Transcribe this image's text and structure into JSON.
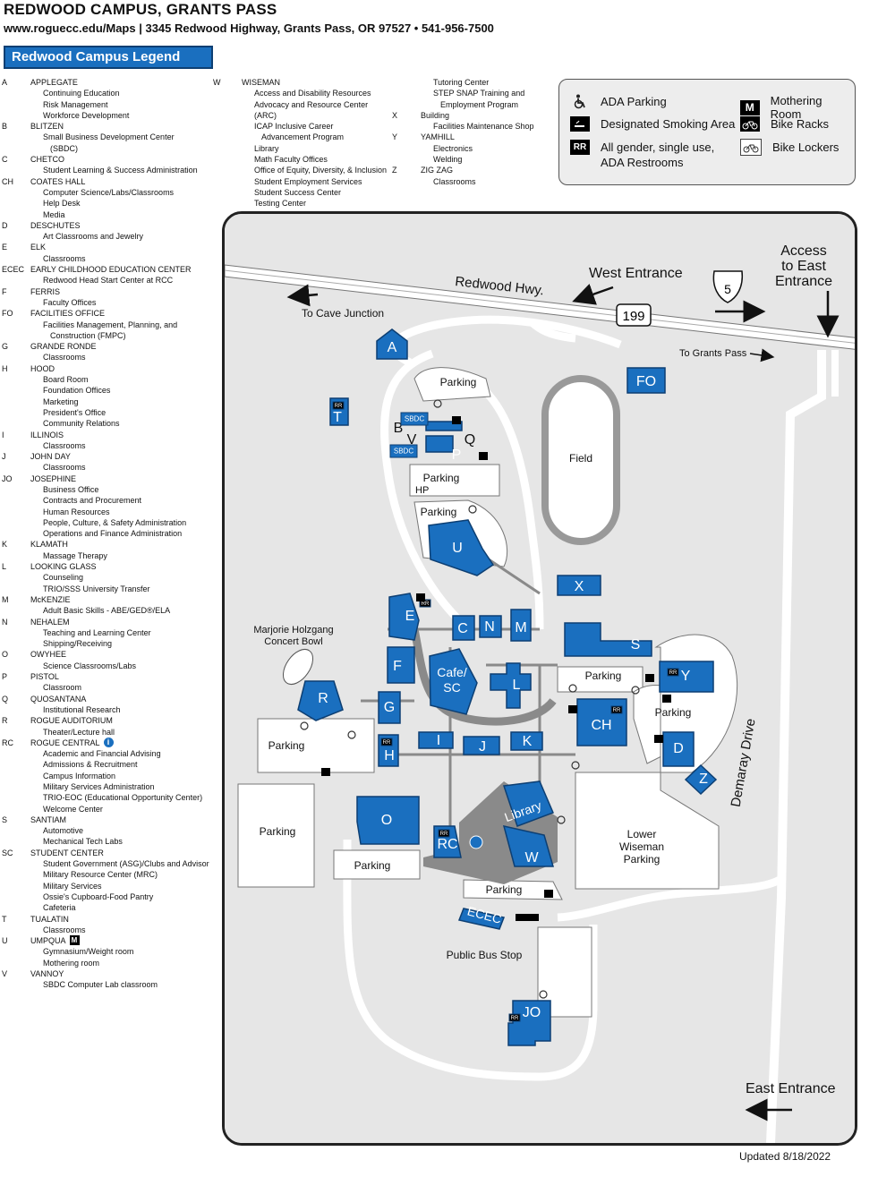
{
  "header": {
    "title": "REDWOOD CAMPUS, GRANTS PASS",
    "subtitle": "www.roguecc.edu/Maps | 3345 Redwood Highway, Grants Pass, OR 97527 • 541-956-7500",
    "legend_title": "Redwood Campus Legend"
  },
  "directory": [
    {
      "code": "A",
      "name": "APPLEGATE",
      "subs": [
        "Continuing Education",
        "Risk Management",
        "Workforce Development"
      ]
    },
    {
      "code": "B",
      "name": "BLITZEN",
      "subs": [
        "Small Business Development Center",
        "(SBDC)"
      ]
    },
    {
      "code": "C",
      "name": "CHETCO",
      "subs": [
        "Student Learning & Success Administration"
      ]
    },
    {
      "code": "CH",
      "name": "COATES HALL",
      "subs": [
        "Computer Science/Labs/Classrooms",
        "Help Desk",
        "Media"
      ]
    },
    {
      "code": "D",
      "name": "DESCHUTES",
      "subs": [
        "Art Classrooms and Jewelry"
      ]
    },
    {
      "code": "E",
      "name": "ELK",
      "subs": [
        "Classrooms"
      ]
    },
    {
      "code": "ECEC",
      "name": "EARLY CHILDHOOD EDUCATION CENTER",
      "subs": [
        "Redwood Head Start Center at RCC"
      ]
    },
    {
      "code": "F",
      "name": "FERRIS",
      "subs": [
        "Faculty Offices"
      ]
    },
    {
      "code": "FO",
      "name": "FACILITIES OFFICE",
      "subs": [
        "Facilities Management, Planning, and",
        "Construction (FMPC)"
      ]
    },
    {
      "code": "G",
      "name": "GRANDE RONDE",
      "subs": [
        "Classrooms"
      ]
    },
    {
      "code": "H",
      "name": "HOOD",
      "subs": [
        "Board Room",
        "Foundation Offices",
        "Marketing",
        "President's Office",
        "Community Relations"
      ]
    },
    {
      "code": "I",
      "name": "ILLINOIS",
      "subs": [
        "Classrooms"
      ]
    },
    {
      "code": "J",
      "name": "JOHN DAY",
      "subs": [
        "Classrooms"
      ]
    },
    {
      "code": "JO",
      "name": "JOSEPHINE",
      "subs": [
        "Business Office",
        "Contracts and Procurement",
        "Human Resources",
        "People, Culture, & Safety Administration",
        "Operations and Finance Administration"
      ]
    },
    {
      "code": "K",
      "name": "KLAMATH",
      "subs": [
        "Massage Therapy"
      ]
    },
    {
      "code": "L",
      "name": "LOOKING GLASS",
      "subs": [
        "Counseling",
        "TRIO/SSS University Transfer"
      ]
    },
    {
      "code": "M",
      "name": "McKENZIE",
      "subs": [
        "Adult Basic Skills - ABE/GED®/ELA"
      ]
    },
    {
      "code": "N",
      "name": "NEHALEM",
      "subs": [
        "Teaching and Learning Center",
        "Shipping/Receiving"
      ]
    },
    {
      "code": "O",
      "name": "OWYHEE",
      "subs": [
        "Science Classrooms/Labs"
      ]
    },
    {
      "code": "P",
      "name": "PISTOL",
      "subs": [
        "Classroom"
      ]
    },
    {
      "code": "Q",
      "name": "QUOSANTANA",
      "subs": [
        "Institutional Research"
      ]
    },
    {
      "code": "R",
      "name": "ROGUE AUDITORIUM",
      "subs": [
        "Theater/Lecture hall"
      ]
    },
    {
      "code": "RC",
      "name": "ROGUE CENTRAL",
      "badge": "i",
      "subs": [
        "Academic and Financial Advising",
        "Admissions & Recruitment",
        "Campus Information",
        "Military Services Administration",
        "TRIO-EOC (Educational Opportunity Center)",
        "Welcome Center"
      ]
    },
    {
      "code": "S",
      "name": "SANTIAM",
      "subs": [
        "Automotive",
        "Mechanical Tech Labs"
      ]
    },
    {
      "code": "SC",
      "name": "STUDENT CENTER",
      "subs": [
        "Student Government (ASG)/Clubs and Advisor",
        "Military Resource Center (MRC)",
        "Military Services",
        "Ossie's Cupboard-Food Pantry",
        "Cafeteria"
      ]
    },
    {
      "code": "T",
      "name": "TUALATIN",
      "subs": [
        "Classrooms"
      ]
    },
    {
      "code": "U",
      "name": "UMPQUA",
      "badge": "M",
      "subs": [
        "Gymnasium/Weight room",
        "Mothering room"
      ]
    },
    {
      "code": "V",
      "name": "VANNOY",
      "subs": [
        "SBDC Computer Lab classroom"
      ]
    }
  ],
  "directory2": [
    {
      "code": "W",
      "name": "WISEMAN",
      "subs": [
        "Access and Disability Resources",
        "Advocacy and Resource Center (ARC)",
        "ICAP Inclusive Career",
        "Advancement Program",
        "Library",
        "Math Faculty Offices",
        "Office of Equity, Diversity, & Inclusion",
        "Student Employment Services",
        "Student Success Center",
        "Testing Center"
      ]
    }
  ],
  "directory3": [
    {
      "code": "",
      "name": "",
      "subs": [
        "Tutoring Center",
        "STEP SNAP Training and",
        "Employment Program"
      ]
    },
    {
      "code": "X",
      "name": "Building",
      "subs": [
        "Facilities Maintenance Shop"
      ]
    },
    {
      "code": "Y",
      "name": "YAMHILL",
      "subs": [
        "Electronics",
        "Welding"
      ]
    },
    {
      "code": "Z",
      "name": "ZIG ZAG",
      "subs": [
        "Classrooms"
      ]
    }
  ],
  "key": {
    "ada": "ADA Parking",
    "smoking": "Designated Smoking Area",
    "restroom_symbol": "RR",
    "restroom": "All gender, single use, ADA Restrooms",
    "mothering_symbol": "M",
    "mothering": "Mothering Room",
    "bike_racks": "Bike Racks",
    "bike_lockers": "Bike Lockers"
  },
  "map": {
    "highway": "Redwood Hwy.",
    "west_entrance": "West Entrance",
    "east_access": "Access\nto East\nEntrance",
    "to_cave_junction": "To Cave Junction",
    "to_grants_pass": "To Grants Pass",
    "route_199": "199",
    "route_5": "5",
    "field": "Field",
    "demaray": "Demaray Drive",
    "east_entrance": "East Entrance",
    "bus_stop": "Public Bus Stop",
    "concert_bowl": "Marjorie Holzgang\nConcert Bowl",
    "lower_wiseman": "Lower\nWiseman\nParking",
    "parking": "Parking",
    "hp": "HP",
    "sbdc": "SBDC",
    "rr": "RR",
    "buildings": [
      "A",
      "FO",
      "T",
      "B",
      "V",
      "Q",
      "P",
      "U",
      "X",
      "E",
      "C",
      "N",
      "M",
      "S",
      "Y",
      "F",
      "Cafe/\nSC",
      "L",
      "R",
      "G",
      "CH",
      "D",
      "Z",
      "H",
      "I",
      "J",
      "K",
      "O",
      "RC",
      "Library",
      "W",
      "ECEC",
      "JO"
    ]
  },
  "footer": {
    "updated": "Updated 8/18/2022"
  },
  "colors": {
    "building": "#1a6fbf",
    "building_edge": "#0d3f73",
    "ground": "#e6e6e6",
    "road": "#ffffff",
    "walkway": "#8a8a8a"
  }
}
